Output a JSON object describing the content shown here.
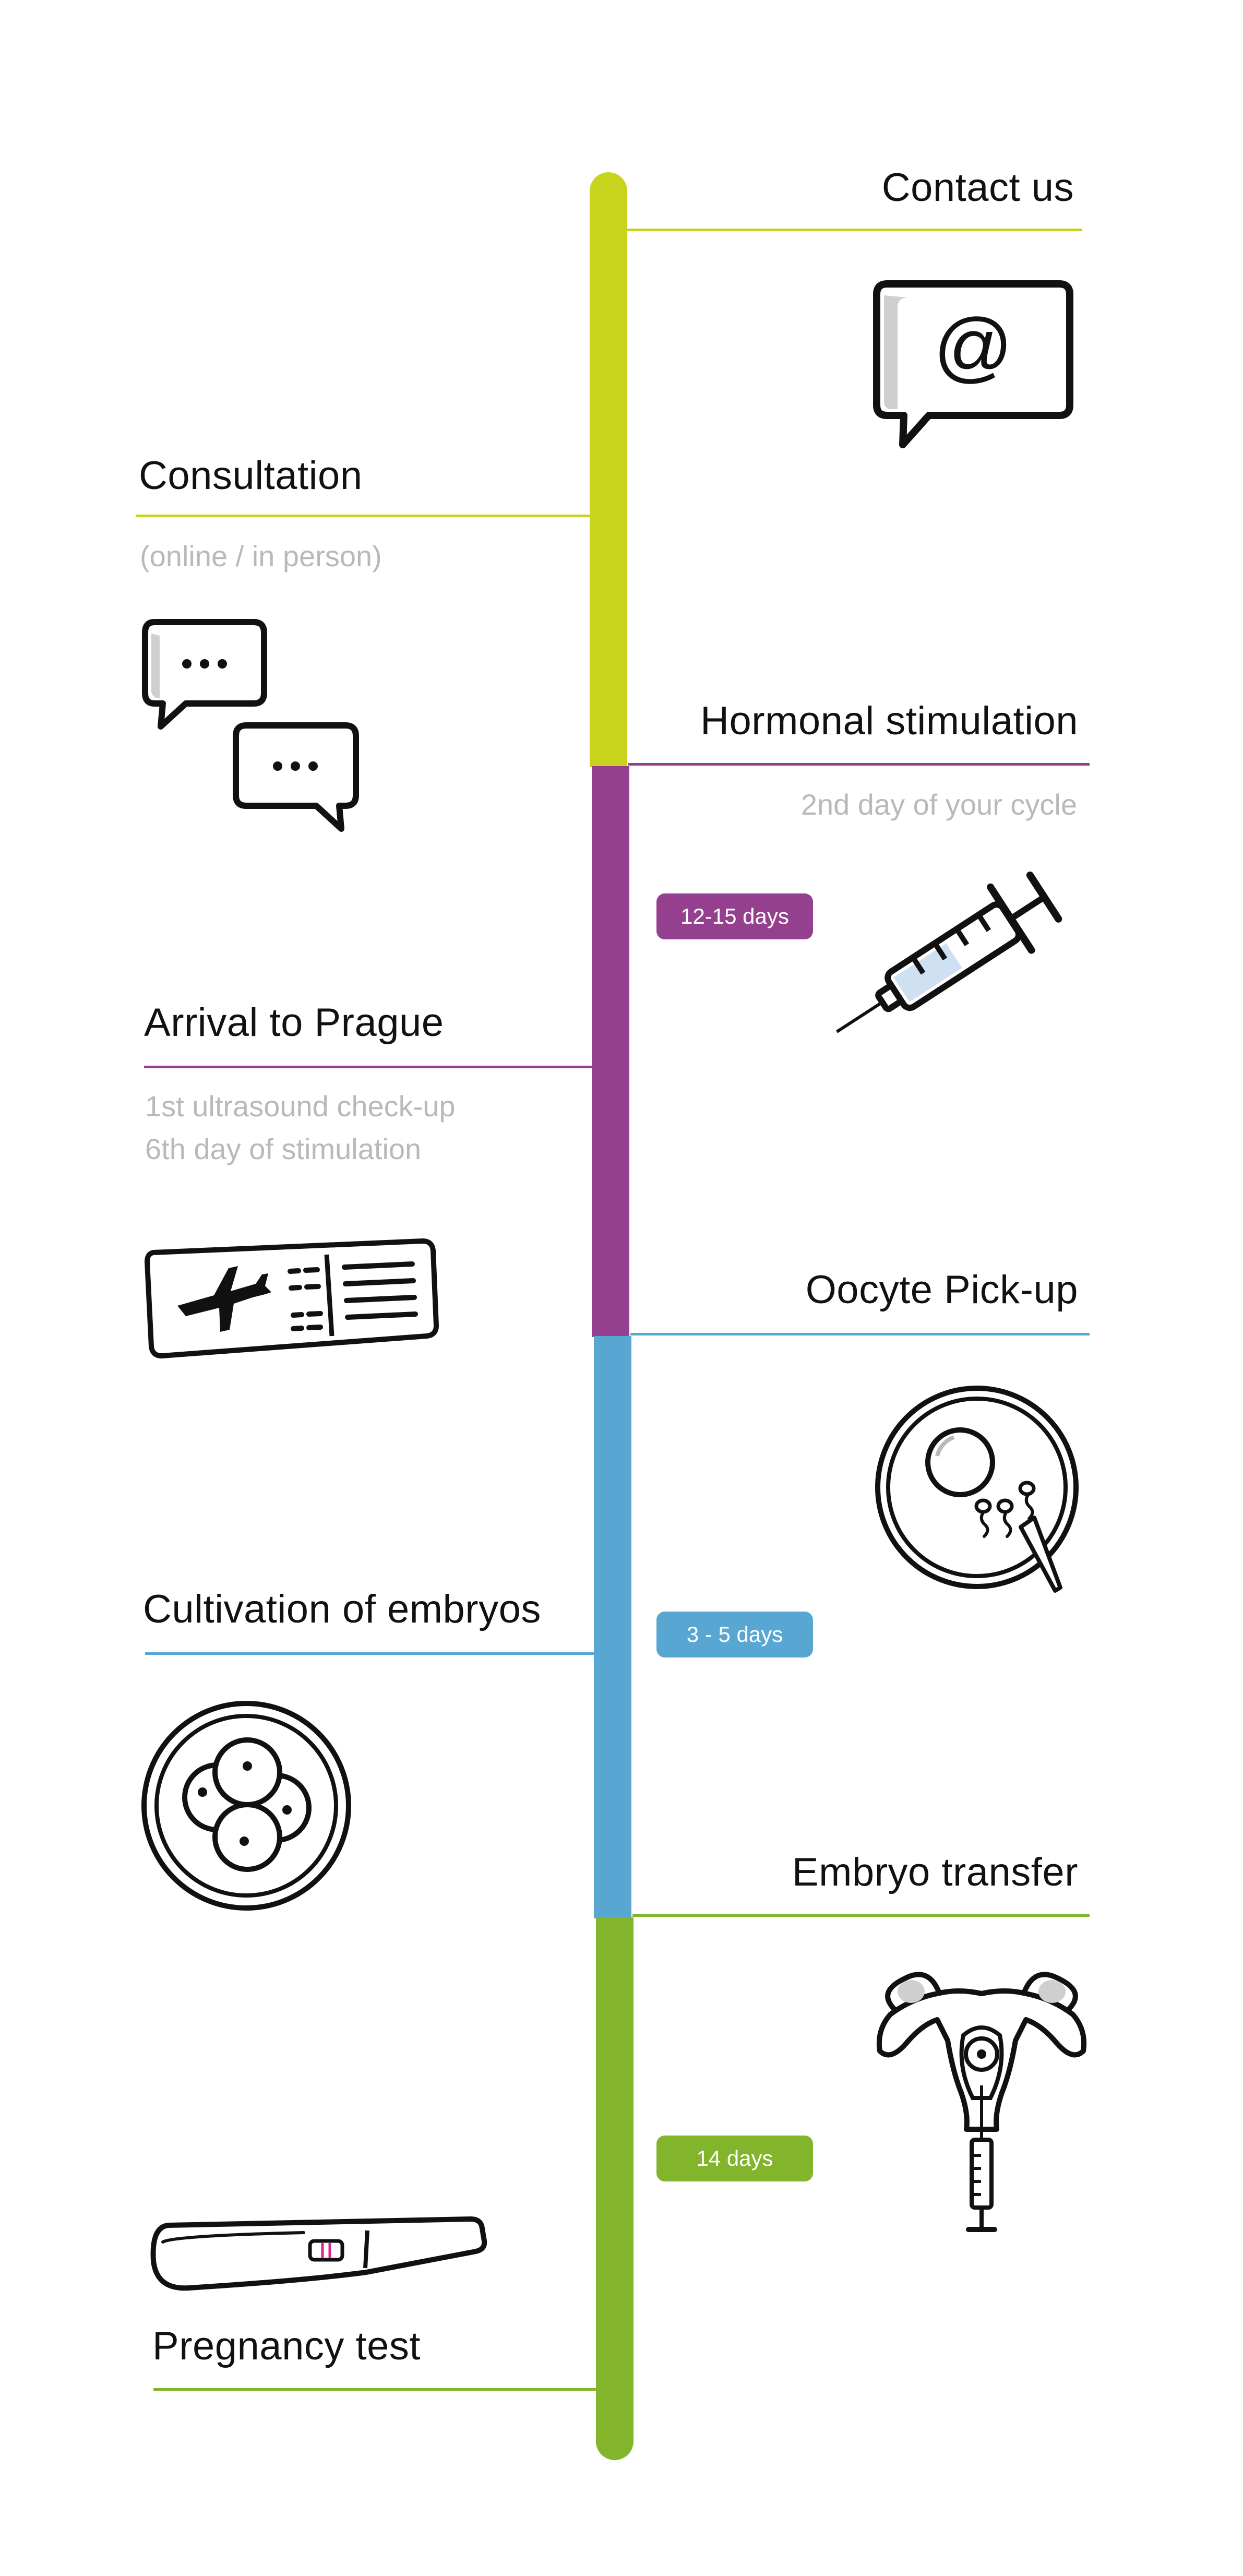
{
  "colors": {
    "lime": "#c8d41c",
    "purple": "#95408e",
    "blue": "#57a7d2",
    "green": "#82b42c",
    "subtext": "#b9b9b9",
    "pink": "#e0218a"
  },
  "steps": [
    {
      "title": "Contact us",
      "side": "right",
      "color": "lime",
      "icon": "email-bubble-icon"
    },
    {
      "title": "Consultation",
      "side": "left",
      "color": "lime",
      "subtitle": [
        "(online / in person)"
      ],
      "icon": "chat-bubbles-icon"
    },
    {
      "title": "Hormonal stimulation",
      "side": "right",
      "color": "purple",
      "subtitle": [
        "2nd day of your cycle"
      ],
      "icon": "syringe-icon"
    },
    {
      "title": "Arrival to Prague",
      "side": "left",
      "color": "purple",
      "subtitle": [
        "1st ultrasound check-up",
        "6th day of stimulation"
      ],
      "icon": "plane-ticket-icon"
    },
    {
      "title": "Oocyte Pick-up",
      "side": "right",
      "color": "blue",
      "icon": "petri-dish-egg-icon"
    },
    {
      "title": "Cultivation of embryos",
      "side": "left",
      "color": "blue",
      "icon": "embryo-dish-icon"
    },
    {
      "title": "Embryo transfer",
      "side": "right",
      "color": "green",
      "icon": "uterus-transfer-icon"
    },
    {
      "title": "Pregnancy test",
      "side": "left",
      "color": "green",
      "icon": "pregnancy-test-icon"
    }
  ],
  "badges": [
    {
      "label": "12-15 days",
      "color": "purple"
    },
    {
      "label": "3 - 5 days",
      "color": "blue"
    },
    {
      "label": "14 days",
      "color": "green"
    }
  ]
}
